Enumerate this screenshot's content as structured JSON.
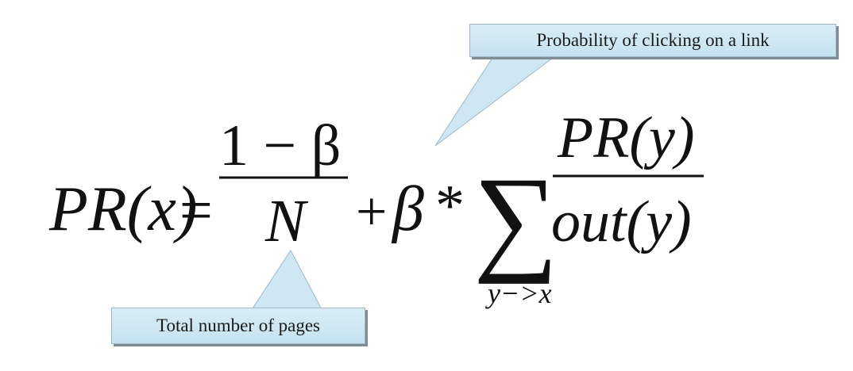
{
  "formula": {
    "lhs": "PR(x)",
    "equals": "=",
    "frac1_numerator": "1 − β",
    "frac1_denominator": "N",
    "plus": "+",
    "beta": "β",
    "times": "*",
    "sum_symbol": "∑",
    "sum_subscript": "y−>x",
    "frac2_numerator": "PR(y)",
    "frac2_denominator": "out(y)"
  },
  "callouts": {
    "top_text": "Probability of clicking on a link",
    "bottom_text": "Total number of pages"
  },
  "colors": {
    "callout_fill": "#d2e8f4",
    "callout_border": "#9fb7c6",
    "callout_shadow": "#7f8c96",
    "text": "#111111"
  }
}
